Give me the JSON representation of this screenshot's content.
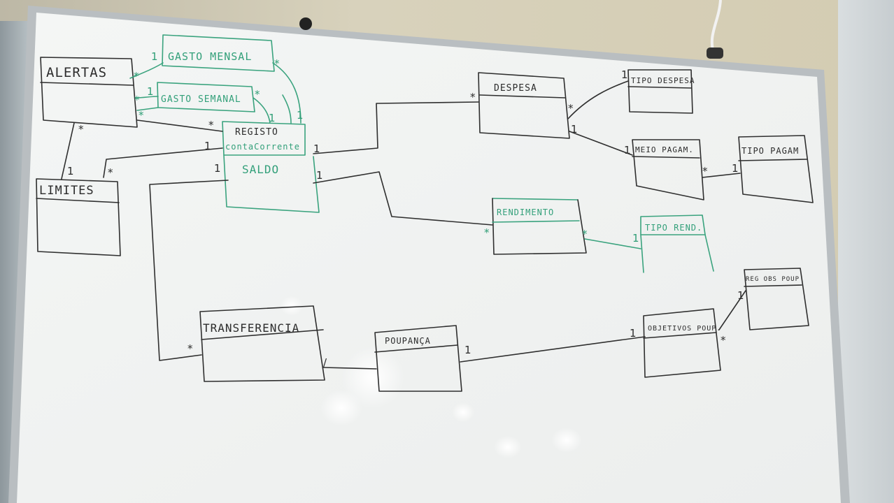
{
  "classes": {
    "alertas": "ALERTAS",
    "gasto_mensal": "GASTO MENSAL",
    "gasto_semanal": "GASTO SEMANAL",
    "registo_line1": "REGISTO",
    "registo_line2": "contaCorrente",
    "saldo": "SALDO",
    "limites": "LIMITES",
    "despesa": "DESPESA",
    "tipo_despesa": "TIPO DESPESA",
    "meio_pagam": "MEIO PAGAM.",
    "tipo_pagam": "TIPO PAGAM",
    "rendimento": "RENDIMENTO",
    "tipo_rend": "TIPO REND.",
    "transferencia": "TRANSFERENCIA",
    "poupanca": "POUPANÇA",
    "objetivos_poup": "OBJETIVOS POUP.",
    "reg_obs_poup": "REG OBS POUP"
  },
  "multiplicity": {
    "one": "1",
    "many": "*",
    "many_alt": "/"
  },
  "colors": {
    "marker_black": "#2f2f2f",
    "marker_green": "#3aa37e",
    "board": "#f7f8f6"
  }
}
